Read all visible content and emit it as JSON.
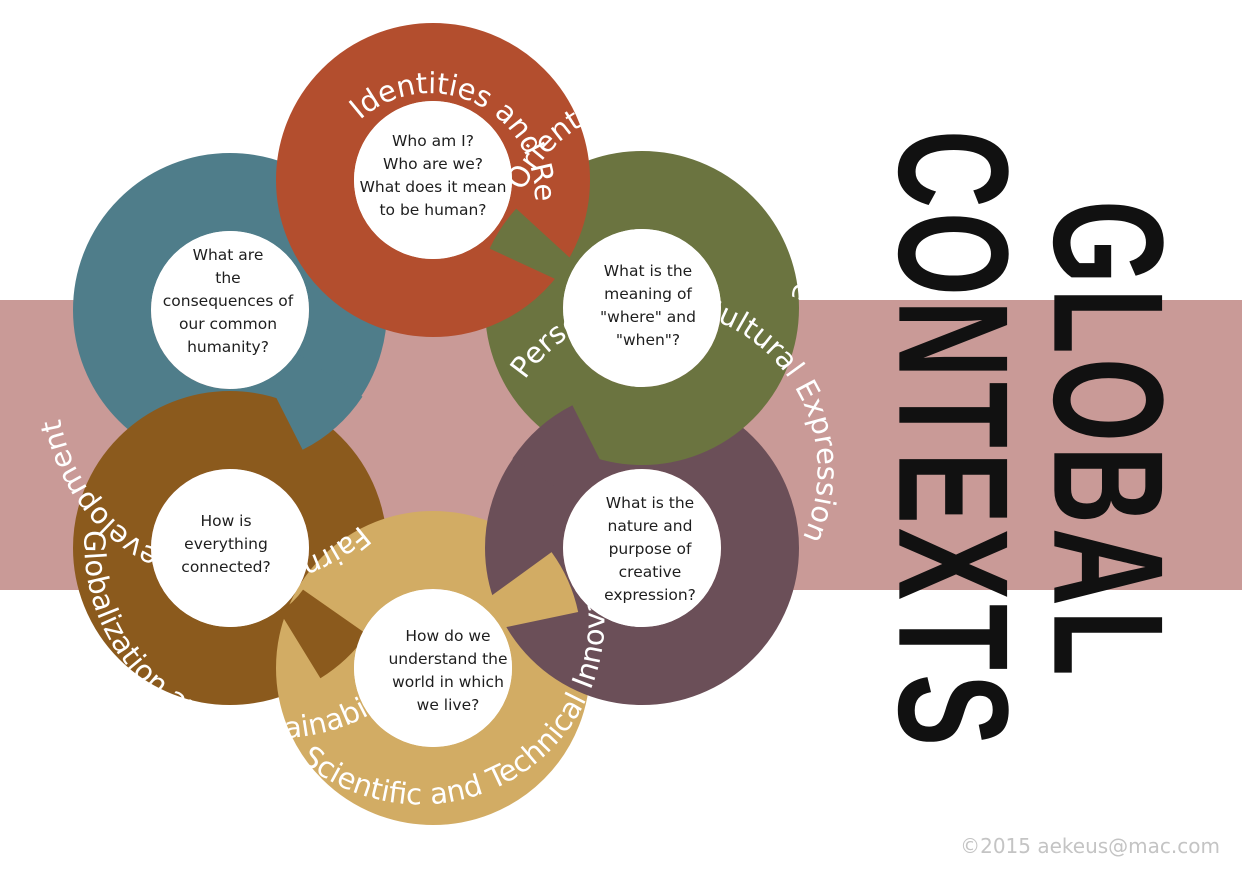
{
  "title": {
    "line1": "GLOBAL",
    "line2": "CONTEXTS"
  },
  "footer": {
    "credit": "©2015 aekeus@mac.com"
  },
  "colors": {
    "band": "#c99a97",
    "inner_light": "#e6e6e6",
    "identities": "#b34e2e",
    "orientation": "#6b7440",
    "personal": "#6b4f58",
    "scientific": "#d2ac64",
    "globalization": "#8b5a1d",
    "fairness": "#4f7d8a"
  },
  "contexts": [
    {
      "id": "identities",
      "label": "Identities and Relationships",
      "question": [
        "Who am I?",
        "Who are we?",
        "What does it mean",
        "to be human?"
      ]
    },
    {
      "id": "orientation",
      "label": "Orientation in Space and Time",
      "question": [
        "What is the",
        "meaning of",
        "\"where\" and",
        "\"when\"?"
      ]
    },
    {
      "id": "personal",
      "label": "Personal and Cultural Expression",
      "question": [
        "What is the",
        "nature and",
        "purpose of",
        "creative",
        "expression?"
      ]
    },
    {
      "id": "scientific",
      "label": "Scientific and Technical Innovation",
      "question": [
        "How do we",
        "understand the",
        "world in which",
        "we live?"
      ]
    },
    {
      "id": "globalization",
      "label": "Globalization and Sustainability",
      "question": [
        "How is",
        "everything",
        "connected?"
      ]
    },
    {
      "id": "fairness",
      "label": "Fairness and Development",
      "question": [
        "What are",
        "the",
        "consequences of",
        "our common",
        "humanity?"
      ]
    }
  ]
}
